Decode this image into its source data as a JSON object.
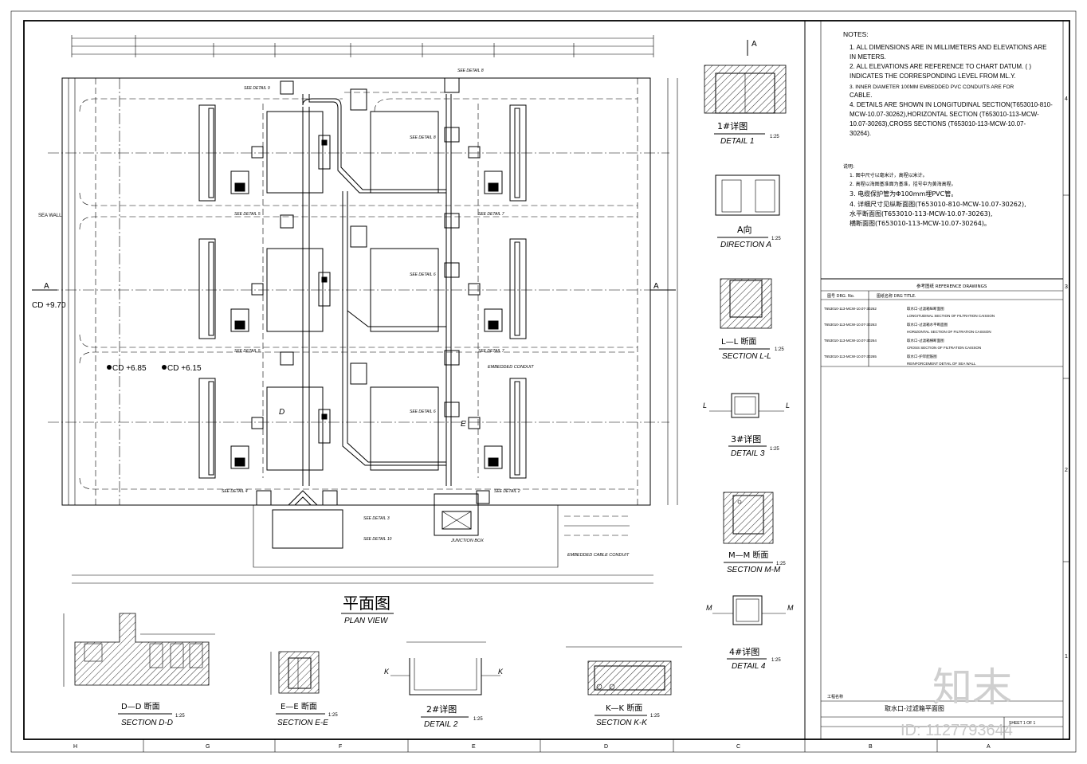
{
  "notes": {
    "heading": "NOTES:",
    "items": [
      "1.  ALL DIMENSIONS ARE IN MILLIMETERS AND ELEVATIONS ARE",
      "     IN METERS.",
      "2.  ALL ELEVATIONS ARE REFERENCE TO CHART DATUM. (  )",
      "     INDICATES THE CORRESPONDING LEVEL FROM ML.Y.",
      "3. INNER DIAMETER 100MM EMBEDDED PVC CONDUITS ARE FOR",
      "     CABLE.",
      "4.  DETAILS ARE SHOWN IN LONGITUDINAL SECTION(T653010-810-",
      "     MCW-10.07-30262),HORIZONTAL SECTION (T653010-113-MCW-",
      "     10.07-30263),CROSS SECTIONS (T653010-113-MCW-10.07-",
      "     30264)."
    ],
    "cn_heading": "说明:",
    "cn_items": [
      "1.  图中尺寸以毫米计，高程以米计。",
      "2.  高程以海图基准面为基准，括号中为黄海高程。",
      "3.  电缆保护管为Φ100mm埋PVC管。",
      "4.  详细尺寸见纵断面图(T653010-810-MCW-10.07-30262),",
      "     水平断面图(T653010-113-MCW-10.07-30263),",
      "     横断面图(T653010-113-MCW-10.07-30264)。"
    ]
  },
  "reference_drawings": {
    "header": "参考图纸 REFERENCE DRAWINGS",
    "col1": "图号 DRG. No.",
    "col2": "图纸名称  DRG TITLE.",
    "rows": [
      {
        "no": "T653010-113-MCW-10.07-30262",
        "cn": "取水口-过滤箱纵断面图",
        "en": "LONGITUDINAL SECTION OF FILTRATION CAISSON"
      },
      {
        "no": "T653010-113-MCW-10.07-30263",
        "cn": "取水口-过滤箱水平断面图",
        "en": "HORIZONTAL SECTION OF FILTRATION CAISSON"
      },
      {
        "no": "T653010-113-MCW-10.07-30264",
        "cn": "取水口-过滤箱横断面图",
        "en": "CROSS SECTION OF FILTRATION CAISSON"
      },
      {
        "no": "T653010-113-MCW-10.07-30265",
        "cn": "取水口-护岸配筋图",
        "en": "REINFORCEMENT DETAIL OF SEA WALL"
      }
    ]
  },
  "title_block": {
    "drawing_title": "取水口-过滤箱平面图",
    "label_cn": "工程名称",
    "sheet": "SHEET 1 OF 1"
  },
  "plan": {
    "title_cn": "平面图",
    "title_en": "PLAN VIEW",
    "section_mark": "A",
    "sea_wall": "SEA WALL",
    "elev_1": "CD +9.70",
    "elev_2": "CD +6.85",
    "elev_3": "CD +6.15",
    "label_d": "D",
    "label_e": "E",
    "embedded_conduit": "EMBEDDED CONDUIT",
    "embedded_cable_conduit": "EMBEDDED CABLE CONDUIT",
    "junction_box": "JUNCTION BOX",
    "callouts": [
      "SEE DETAIL 9",
      "SEE DETAIL 8",
      "SEE DETAIL 8",
      "SEE DETAIL 5",
      "SEE DETAIL 7",
      "SEE DETAIL 6",
      "SEE DETAIL 5",
      "SEE DETAIL 7",
      "SEE DETAIL 6",
      "SEE DETAIL 4",
      "SEE DETAIL 2",
      "SEE DETAIL 3",
      "SEE DETAIL 10"
    ]
  },
  "details": {
    "d1": {
      "mark": "A",
      "cn": "1#详图",
      "en": "DETAIL 1",
      "scale": "1:25"
    },
    "dirA": {
      "cn": "A向",
      "en": "DIRECTION A",
      "scale": "1:25"
    },
    "ll": {
      "cn": "L—L 断面",
      "en": "SECTION L-L",
      "scale": "1:25",
      "mark": "L"
    },
    "d3": {
      "cn": "3#详图",
      "en": "DETAIL 3",
      "scale": "1:25"
    },
    "mm": {
      "cn": "M—M 断面",
      "en": "SECTION M-M",
      "scale": "1:25"
    },
    "d4": {
      "cn": "4#详图",
      "en": "DETAIL 4",
      "scale": "1:25",
      "mark": "M"
    },
    "dd": {
      "cn": "D—D 断面",
      "en": "SECTION D-D",
      "scale": "1:25"
    },
    "ee": {
      "cn": "E—E 断面",
      "en": "SECTION E-E",
      "scale": "1:25"
    },
    "d2": {
      "cn": "2#详图",
      "en": "DETAIL 2",
      "scale": "1:25",
      "mark": "K"
    },
    "kk": {
      "cn": "K—K 断面",
      "en": "SECTION K-K",
      "scale": "1:25"
    }
  },
  "grid_letters": [
    "H",
    "G",
    "F",
    "E",
    "D",
    "C",
    "B",
    "A"
  ],
  "grid_numbers": [
    "4",
    "3",
    "2",
    "1"
  ],
  "watermark": {
    "logo": "知末",
    "id": "ID: 1127793644"
  }
}
